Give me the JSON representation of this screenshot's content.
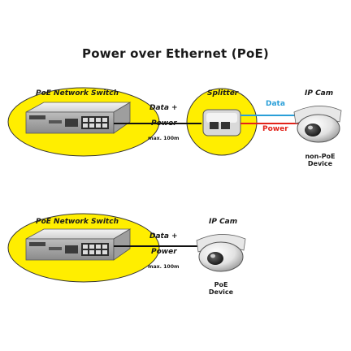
{
  "title": "Power over Ethernet (PoE)",
  "colors": {
    "ellipse_yellow": "#ffee00",
    "data_line": "#2a9fd8",
    "power_line": "#e2231a",
    "cable_black": "#111111"
  },
  "top": {
    "switch_label": "PoE Network Switch",
    "splitter_label": "Splitter",
    "camera_label": "IP Cam",
    "data_label": "Data +",
    "power_label": "Power",
    "distance_label": "max. 100m",
    "data_out_label": "Data",
    "power_out_label": "Power",
    "device_line1": "non-PoE",
    "device_line2": "Device"
  },
  "bottom": {
    "switch_label": "PoE Network Switch",
    "camera_label": "IP Cam",
    "data_label": "Data +",
    "power_label": "Power",
    "distance_label": "max. 100m",
    "device_line1": "PoE",
    "device_line2": "Device"
  }
}
